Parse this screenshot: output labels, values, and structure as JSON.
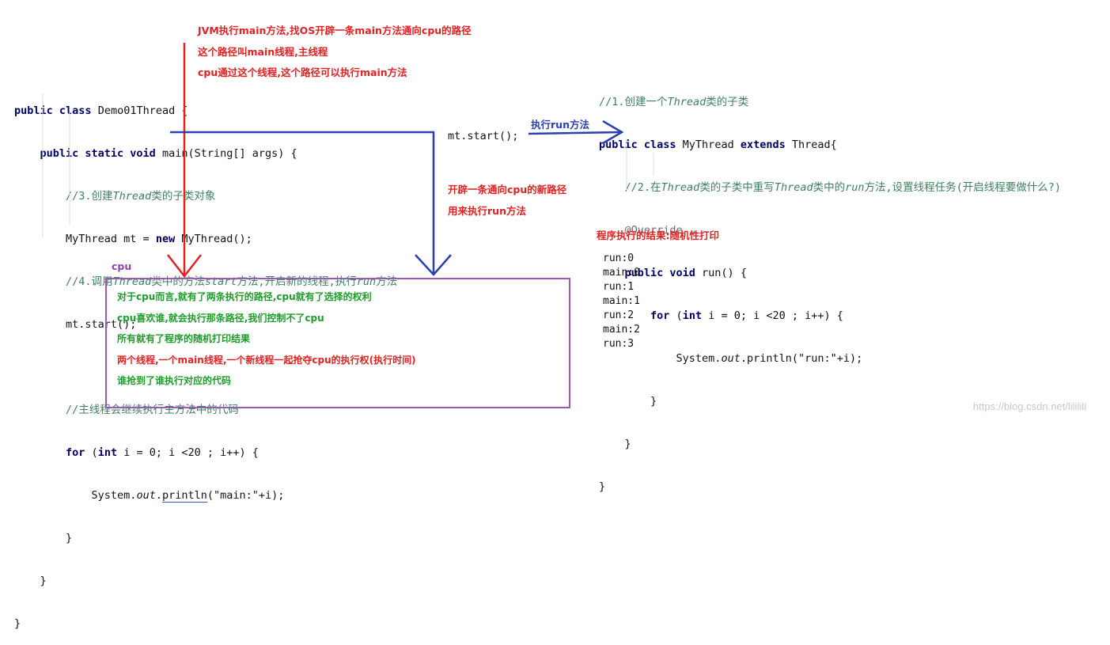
{
  "left_code": {
    "lines": [
      "public class Demo01Thread {",
      "    public static void main(String[] args) {",
      "        //3.创建Thread类的子类对象",
      "        MyThread mt = new MyThread();",
      "        //4.调用Thread类中的方法start方法,开启新的线程,执行run方法",
      "        mt.start();",
      "",
      "        //主线程会继续执行主方法中的代码",
      "        for (int i = 0; i <20 ; i++) {",
      "            System.out.println(\"main:\"+i);",
      "        }",
      "    }",
      "}"
    ]
  },
  "mid_code": "mt.start();",
  "right_code": {
    "lines": [
      "//1.创建一个Thread类的子类",
      "public class MyThread extends Thread{",
      "    //2.在Thread类的子类中重写Thread类中的run方法,设置线程任务(开启线程要做什么?)",
      "    @Override",
      "    public void run() {",
      "        for (int i = 0; i <20 ; i++) {",
      "            System.out.println(\"run:\"+i);",
      "        }",
      "    }",
      "}"
    ]
  },
  "red_notes": [
    "JVM执行main方法,找OS开辟一条main方法通向cpu的路径",
    "这个路径叫main线程,主线程",
    "cpu通过这个线程,这个路径可以执行main方法"
  ],
  "blue_note": "执行run方法",
  "new_path_notes": [
    "开辟一条通向cpu的新路径",
    "用来执行run方法"
  ],
  "result_title": "程序执行的结果:随机性打印",
  "output_lines": [
    "run:0",
    "main:0",
    "run:1",
    "main:1",
    "run:2",
    "main:2",
    "run:3"
  ],
  "cpu": {
    "label": "cpu",
    "lines": [
      "对于cpu而言,就有了两条执行的路径,cpu就有了选择的权利",
      "cpu喜欢谁,就会执行那条路径,我们控制不了cpu",
      "所有就有了程序的随机打印结果",
      "两个线程,一个main线程,一个新线程一起抢夺cpu的执行权(执行时间)",
      "谁抢到了谁执行对应的代码"
    ]
  },
  "watermark": "https://blog.csdn.net/lililili",
  "colors": {
    "red": "#e02222",
    "blue": "#2b3fae",
    "green": "#1e9c2a",
    "purple": "#9b59b6"
  }
}
